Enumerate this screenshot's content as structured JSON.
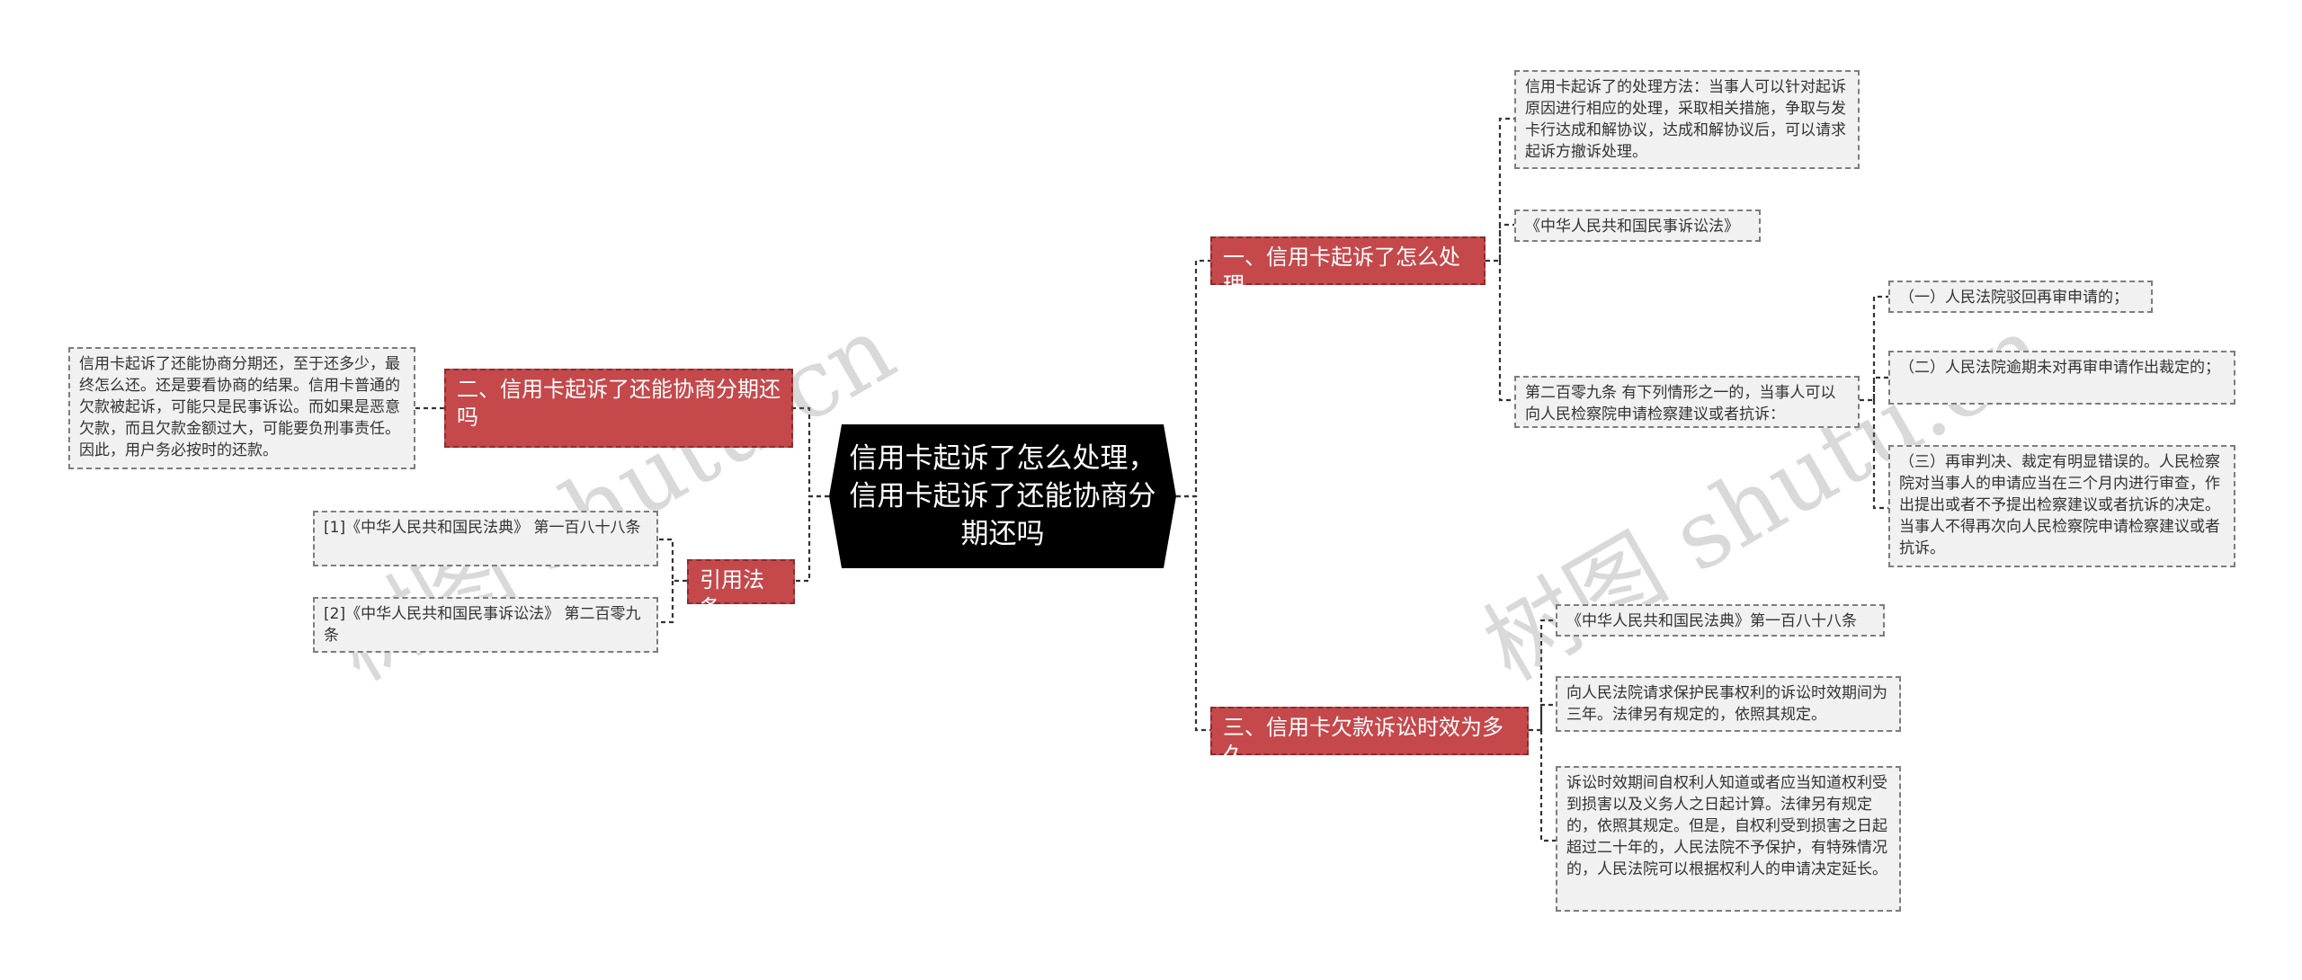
{
  "center": {
    "title": "信用卡起诉了怎么处理，信用卡起诉了还能协商分期还吗"
  },
  "branches": {
    "b1": {
      "label": "一、信用卡起诉了怎么处理"
    },
    "b2": {
      "label": "二、信用卡起诉了还能协商分期还吗"
    },
    "b3": {
      "label": "三、信用卡欠款诉讼时效为多久"
    },
    "b4": {
      "label": "引用法条"
    }
  },
  "leaves": {
    "b1_l1": "信用卡起诉了的处理方法：当事人可以针对起诉原因进行相应的处理，采取相关措施，争取与发卡行达成和解协议，达成和解协议后，可以请求起诉方撤诉处理。",
    "b1_l2": "《中华人民共和国民事诉讼法》",
    "b1_l3": "第二百零九条 有下列情形之一的，当事人可以向人民检察院申请检察建议或者抗诉：",
    "b1_l3_c1": "（一）人民法院驳回再审申请的；",
    "b1_l3_c2": "（二）人民法院逾期未对再审申请作出裁定的；",
    "b1_l3_c3": "（三）再审判决、裁定有明显错误的。人民检察院对当事人的申请应当在三个月内进行审查，作出提出或者不予提出检察建议或者抗诉的决定。当事人不得再次向人民检察院申请检察建议或者抗诉。",
    "b2_l1": "信用卡起诉了还能协商分期还，至于还多少，最终怎么还。还是要看协商的结果。信用卡普通的欠款被起诉，可能只是民事诉讼。而如果是恶意欠款，而且欠款金额过大，可能要负刑事责任。因此，用户务必按时的还款。",
    "b3_l1": "《中华人民共和国民法典》第一百八十八条",
    "b3_l2": "向人民法院请求保护民事权利的诉讼时效期间为三年。法律另有规定的，依照其规定。",
    "b3_l3": "诉讼时效期间自权利人知道或者应当知道权利受到损害以及义务人之日起计算。法律另有规定的，依照其规定。但是，自权利受到损害之日起超过二十年的，人民法院不予保护，有特殊情况的，人民法院可以根据权利人的申请决定延长。",
    "b4_l1": "[1]《中华人民共和国民法典》 第一百八十八条",
    "b4_l2": "[2]《中华人民共和国民事诉讼法》 第二百零九条"
  },
  "watermarks": [
    "树图 shutu.cn",
    "树图 shutu.cn"
  ],
  "colors": {
    "branch": "#c5484b",
    "center": "#000000",
    "leaf_bg": "#f1f1f1"
  }
}
